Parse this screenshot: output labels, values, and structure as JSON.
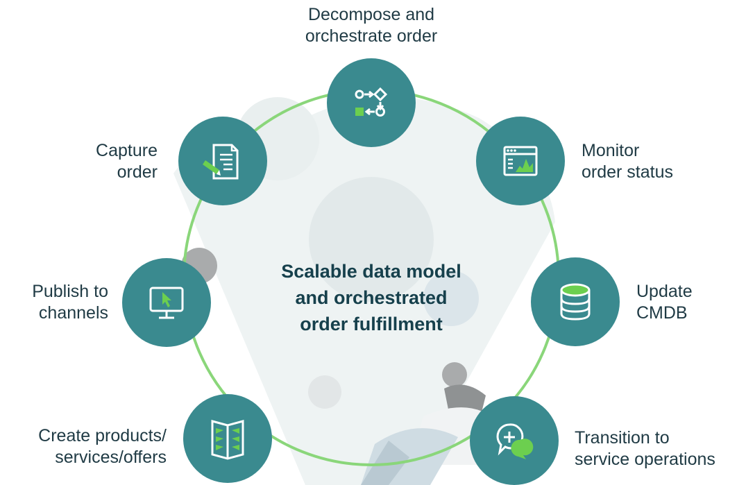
{
  "center": {
    "title_lines": [
      "Scalable data model",
      "and orchestrated",
      "order fulfillment"
    ]
  },
  "steps": [
    {
      "icon": "workflow-icon",
      "lines": [
        "Decompose and",
        "orchestrate order"
      ]
    },
    {
      "icon": "dashboard-chart-icon",
      "lines": [
        "Monitor",
        "order status"
      ]
    },
    {
      "icon": "database-icon",
      "lines": [
        "Update",
        "CMDB"
      ]
    },
    {
      "icon": "chat-add-icon",
      "lines": [
        "Transition to",
        "service operations"
      ]
    },
    {
      "icon": "catalog-book-icon",
      "lines": [
        "Create products/",
        "services/offers"
      ]
    },
    {
      "icon": "monitor-cursor-icon",
      "lines": [
        "Publish to",
        "channels"
      ]
    },
    {
      "icon": "order-form-edit-icon",
      "lines": [
        "Capture",
        "order"
      ]
    }
  ],
  "colors": {
    "node": "#3a8a8f",
    "ring": "#8ad67a",
    "accent_green": "#6ccf4f",
    "text": "#1f3a44",
    "title": "#16404c"
  }
}
